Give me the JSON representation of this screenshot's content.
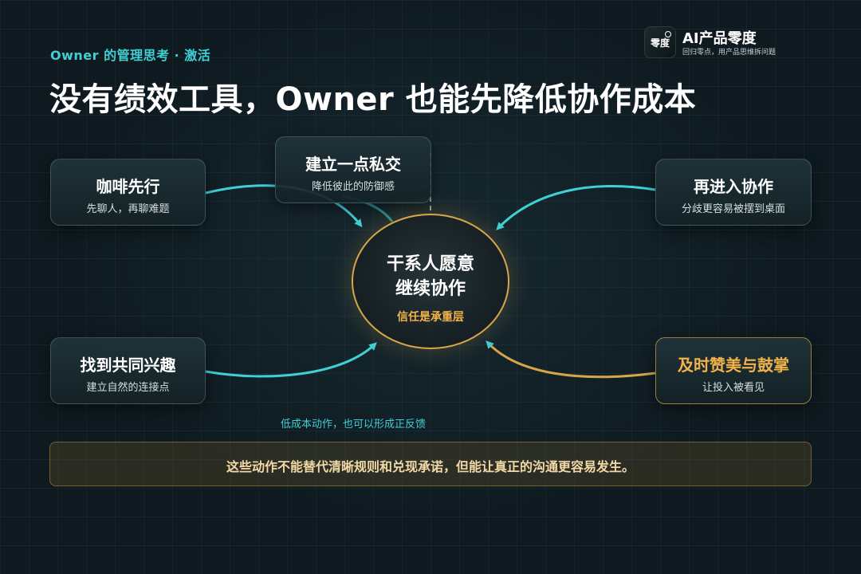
{
  "header": {
    "subtitle": "Owner 的管理思考 · 激活",
    "title": "没有绩效工具，Owner 也能先降低协作成本"
  },
  "brand": {
    "logo_text": "零度",
    "name": "AI产品零度",
    "slogan": "回归零点，用产品思维拆问题",
    "icon": "brand-logo-icon"
  },
  "center": {
    "line1": "干系人愿意",
    "line2": "继续协作",
    "subtitle": "信任是承重层"
  },
  "nodes": {
    "coffee": {
      "title": "咖啡先行",
      "subtitle": "先聊人，再聊难题"
    },
    "private": {
      "title": "建立一点私交",
      "subtitle": "降低彼此的防御感"
    },
    "reenter": {
      "title": "再进入协作",
      "subtitle": "分歧更容易被摆到桌面"
    },
    "interest": {
      "title": "找到共同兴趣",
      "subtitle": "建立自然的连接点"
    },
    "praise": {
      "title": "及时赞美与鼓掌",
      "subtitle": "让投入被看见"
    }
  },
  "caption": "低成本动作，也可以形成正反馈",
  "note": "这些动作不能替代清晰规则和兑现承诺，但能让真正的沟通更容易发生。",
  "colors": {
    "accent_cyan": "#3fd0d4",
    "accent_gold": "#f2b24a",
    "background": "#0e1a20"
  }
}
